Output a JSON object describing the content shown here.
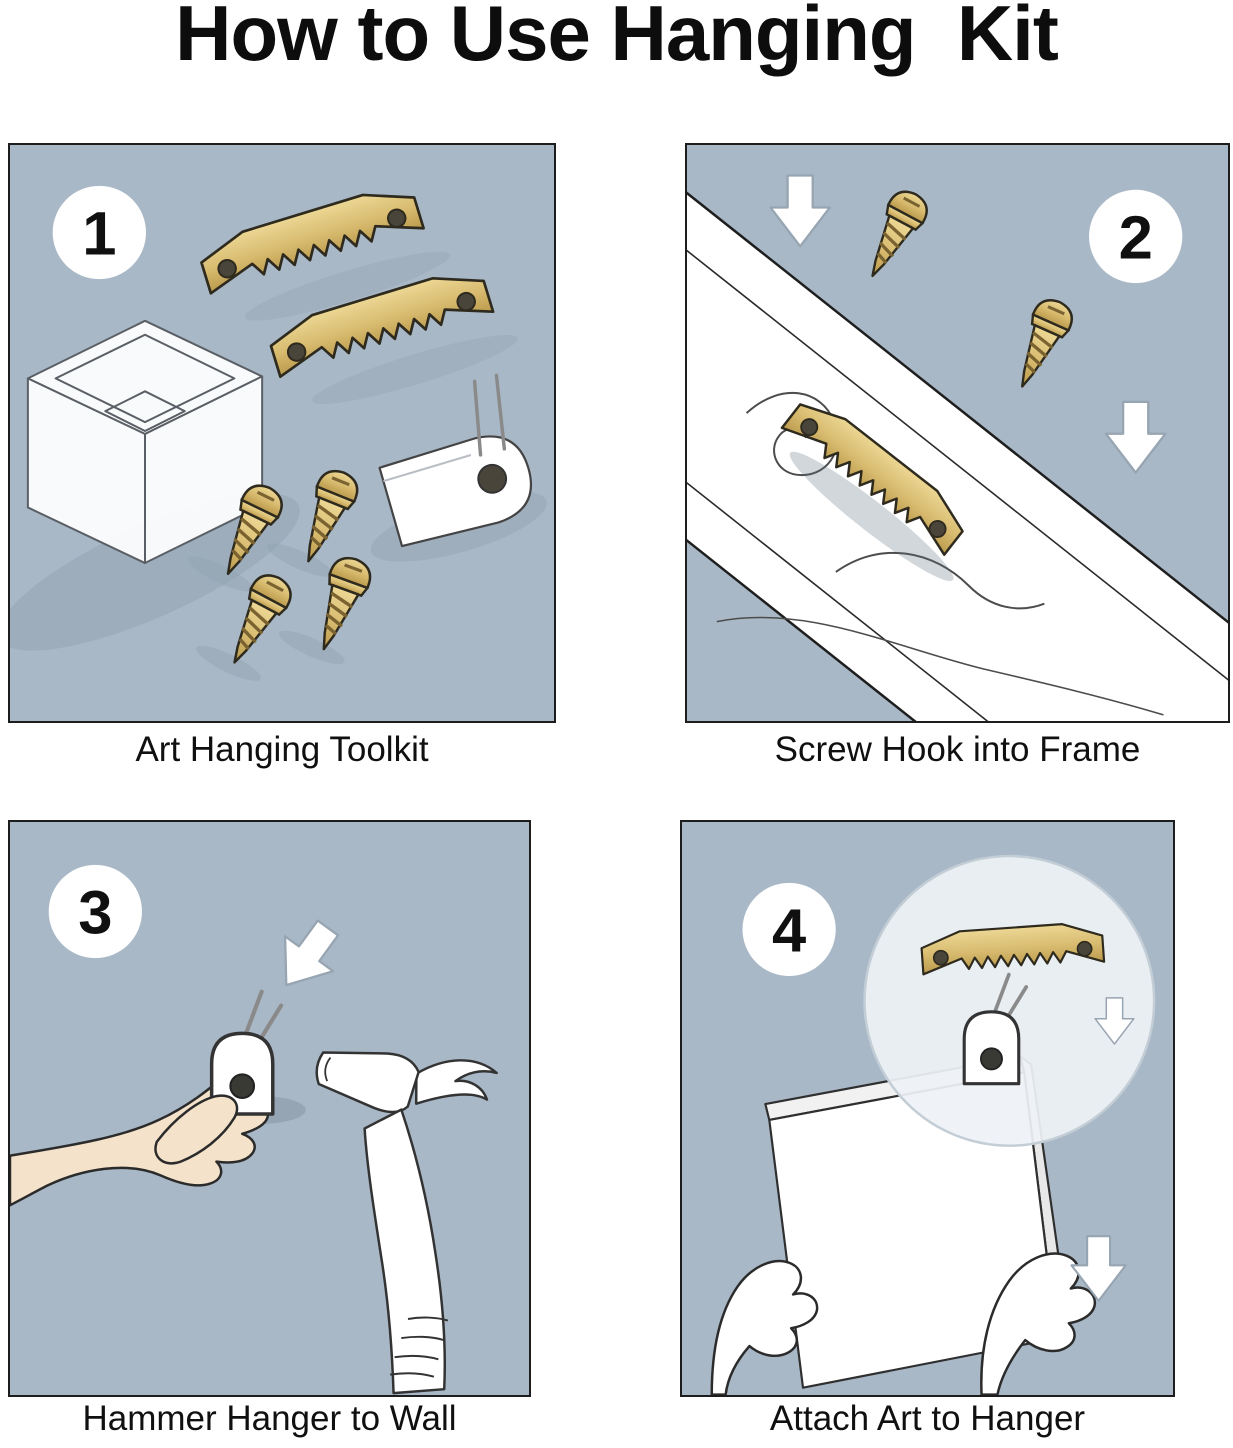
{
  "title": "How to Use Hanging  Kit",
  "panels": [
    {
      "number": "1",
      "caption": "Art Hanging Toolkit"
    },
    {
      "number": "2",
      "caption": "Screw Hook into Frame"
    },
    {
      "number": "3",
      "caption": "Hammer Hanger to Wall"
    },
    {
      "number": "4",
      "caption": "Attach Art to Hanger"
    }
  ],
  "colors": {
    "panel_background": "#a9b8c7",
    "brass": "#d7ba6e",
    "outline": "#1d1d1d",
    "text": "#101010",
    "shadow": "#8fa0b0",
    "paper": "#ffffff"
  },
  "icons": {
    "sawtooth_hanger": "sawtooth-hanger-icon",
    "screw": "screw-icon",
    "down_arrow": "down-arrow-icon",
    "toolkit_box": "toolkit-box-icon",
    "wall_hook": "wall-hook-icon",
    "hammer": "hammer-icon",
    "hand": "hand-icon",
    "canvas": "canvas-frame-icon",
    "magnifier": "magnifier-circle-icon"
  }
}
